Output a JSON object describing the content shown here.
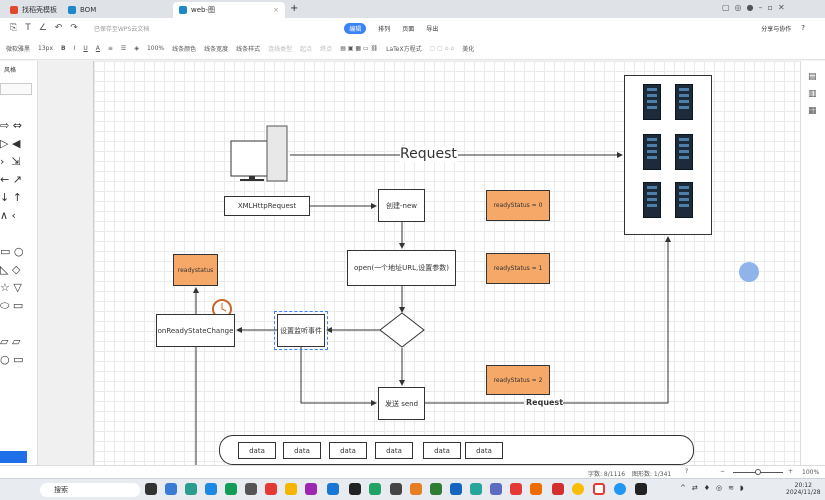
{
  "tabs": [
    {
      "label": "找稻壳模板",
      "color": "#e0492f"
    },
    {
      "label": "BOM",
      "color": "#1e88c8"
    },
    {
      "label": "web-图",
      "color": "#1e88c8",
      "active": true
    }
  ],
  "menubar": {
    "save_status": "已保存至WPS云文档",
    "items": [
      "编辑",
      "排列",
      "页面",
      "导出"
    ],
    "active": "编辑",
    "share": "分享与协作",
    "help": "?"
  },
  "toolbar": {
    "font": "微软雅黑",
    "size": "13px",
    "bold": "B",
    "italic": "I",
    "underline": "U",
    "text_color": "A",
    "zoom": "100%",
    "line_color": "线条颜色",
    "line_width": "线条宽度",
    "line_style": "线条样式",
    "connector": "连线类型",
    "start": "起点",
    "end": "终点",
    "latex": "LaTeX方程式",
    "beautify": "美化"
  },
  "leftpanel": {
    "title": "风格"
  },
  "diagram": {
    "request_top": "Request",
    "xhr": "XMLHttpRequest",
    "create": "创建-new",
    "open": "open(一个地址URL,设置参数)",
    "send": "发送 send",
    "listen": "设置监听事件",
    "onchange": "onReadyStateChange",
    "readystatus": "readystatus",
    "rs0": "readyStatus = 0",
    "rs1": "readyStatus = 1",
    "rs2": "readyStatus = 2",
    "request_bottom": "Request",
    "data_items": [
      "data",
      "data",
      "data",
      "data",
      "data",
      "data"
    ],
    "orange": "#f6a868"
  },
  "status": {
    "words": "字数: 8/1116",
    "shapes": "图形数: 1/341",
    "zoom": "100%",
    "zoom_level": 0.5
  },
  "taskbar": {
    "search": "搜索",
    "time": "20:12",
    "date": "2024/11/28"
  }
}
